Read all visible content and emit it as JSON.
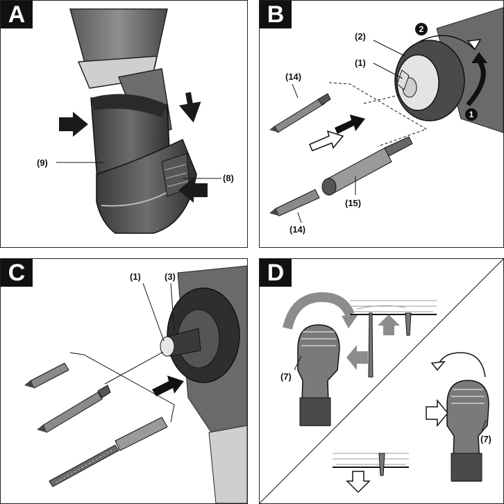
{
  "panels": {
    "a": {
      "badge": "A",
      "labels": {
        "battery": "(9)",
        "release_button": "(8)"
      }
    },
    "b": {
      "badge": "B",
      "labels": {
        "chuck": "(2)",
        "bit_holder": "(1)",
        "bit_top": "(14)",
        "bit_bottom": "(14)",
        "adapter": "(15)"
      },
      "steps": {
        "one": "1",
        "two": "2"
      }
    },
    "c": {
      "badge": "C",
      "labels": {
        "bit_holder": "(1)",
        "chuck_attachment": "(3)"
      }
    },
    "d": {
      "badge": "D",
      "labels": {
        "switch_left": "(7)",
        "switch_right": "(7)"
      }
    }
  },
  "colors": {
    "badge_bg": "#111111",
    "arrow_dark": "#1a1a1a",
    "arrow_grey": "#8c8c8c",
    "tool_grey": "#7a7a7a"
  },
  "icons": [
    "battery-pack-icon",
    "drill-icon",
    "screwdriver-bit-icon",
    "drill-bit-icon",
    "rotation-arrow-icon",
    "push-arrow-icon",
    "screw-icon",
    "wood-board-icon"
  ]
}
